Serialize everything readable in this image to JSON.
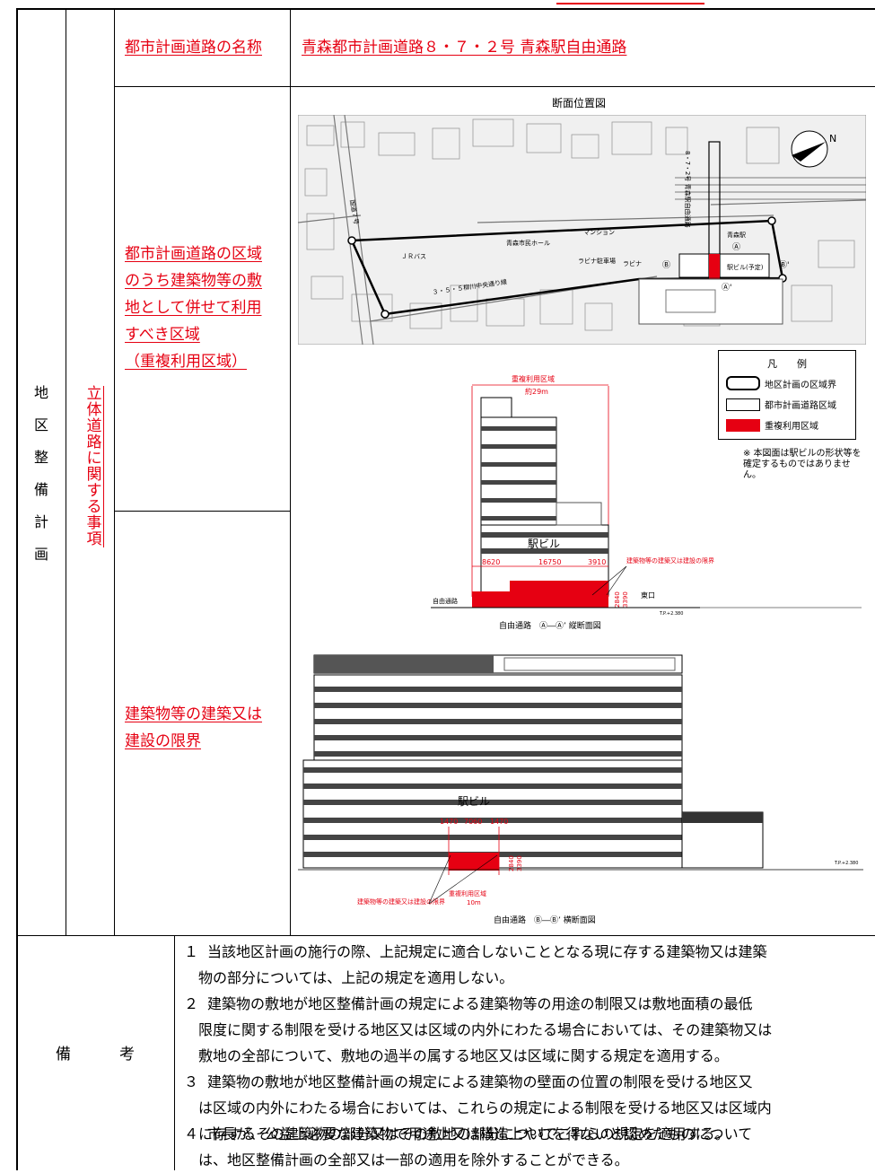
{
  "top_annotation": "",
  "left_labels": {
    "chiku": [
      "地",
      "区",
      "整",
      "備",
      "計",
      "画"
    ],
    "rittai": [
      "立",
      "体",
      "道",
      "路",
      "に",
      "関",
      "す",
      "る",
      "事",
      "項"
    ]
  },
  "rows": {
    "name_label": "都市計画道路の名称",
    "name_value": "青森都市計画道路８・７・２号 青森駅自由通路",
    "area_label_lines": [
      "都市計画道路の区域",
      "のうち建築物等の敷",
      "地として併せて利用",
      "すべき区域",
      "（重複利用区域）"
    ],
    "limit_label_lines": [
      "建築物等の建築又は",
      "建設の限界"
    ]
  },
  "map": {
    "title": "断面位置図",
    "labels": {
      "route": "8・7・2号 青森駅自由通路",
      "kokudo": "国道７号",
      "jr_bus": "ＪＲバス",
      "civic": "青森市民ホール",
      "mansion": "マンション",
      "rabina_p": "ラビナ駐車場",
      "rabina": "ラビナ",
      "station": "青森駅",
      "station_bldg": "駅ビル(予定)",
      "road35": "３・５・５柳川中央通り線",
      "a": "Ⓐ",
      "b": "Ⓑ",
      "a2": "Ⓐ'",
      "b2": "Ⓑ'",
      "north": "N"
    }
  },
  "legend": {
    "title": "凡　　例",
    "items": [
      "地区計画の区域界",
      "都市計画道路区域",
      "重複利用区域"
    ],
    "note": "※ 本図面は駅ビルの形状等を確定するものではありません。"
  },
  "section_a": {
    "overlap_label": "重複利用区域",
    "overlap_len": "約29m",
    "building": "駅ビル",
    "dims": [
      "8620",
      "16750",
      "3910"
    ],
    "limit_label": "建築物等の建築又は建設の限界",
    "free_passage": "自由通路",
    "east_exit": "東口",
    "heights": [
      "2840",
      "3390"
    ],
    "tp": "T.P.+2.380",
    "caption": "自由通路　Ⓐ―Ⓐ’ 縦断面図"
  },
  "section_b": {
    "building": "駅ビル",
    "dims": [
      "1470",
      "7060",
      "1470"
    ],
    "heights": [
      "2840",
      "3390"
    ],
    "limit_label": "建築物等の建築又は建設の限界",
    "overlap_label": "重複利用区域",
    "overlap_len": "10m",
    "tp": "T.P.+2.380",
    "caption": "自由通路　Ⓑ―Ⓑ’ 横断面図"
  },
  "remarks": {
    "label_a": "備",
    "label_b": "考",
    "items": [
      {
        "num": "１",
        "lines": [
          "当該地区計画の施行の際、上記規定に適合しないこととなる現に存する建築物又は建築",
          "物の部分については、上記の規定を適用しない。"
        ]
      },
      {
        "num": "２",
        "lines": [
          "建築物の敷地が地区整備計画の規定による建築物等の用途の制限又は敷地面積の最低",
          "限度に関する制限を受ける地区又は区域の内外にわたる場合においては、その建築物又は",
          "敷地の全部について、敷地の過半の属する地区又は区域に関する規定を適用する。"
        ]
      },
      {
        "num": "３",
        "lines": [
          "建築物の敷地が地区整備計画の規定による建築物の壁面の位置の制限を受ける地区又",
          "は区域の内外にわたる場合においては、これらの規定による制限を受ける地区又は区域内",
          "に存するその建築物の部分又はその敷地の部分についてこれらの規定を適用する。"
        ]
      },
      {
        "num": "４",
        "lines": [
          "市長が、公益上必要な建築物で用途上又は構造上やむを得ないと認めたものについて",
          "は、地区整備計画の全部又は一部の適用を除外することができる。"
        ]
      }
    ]
  },
  "colors": {
    "accent_red": "#e60012",
    "ink": "#000000"
  }
}
